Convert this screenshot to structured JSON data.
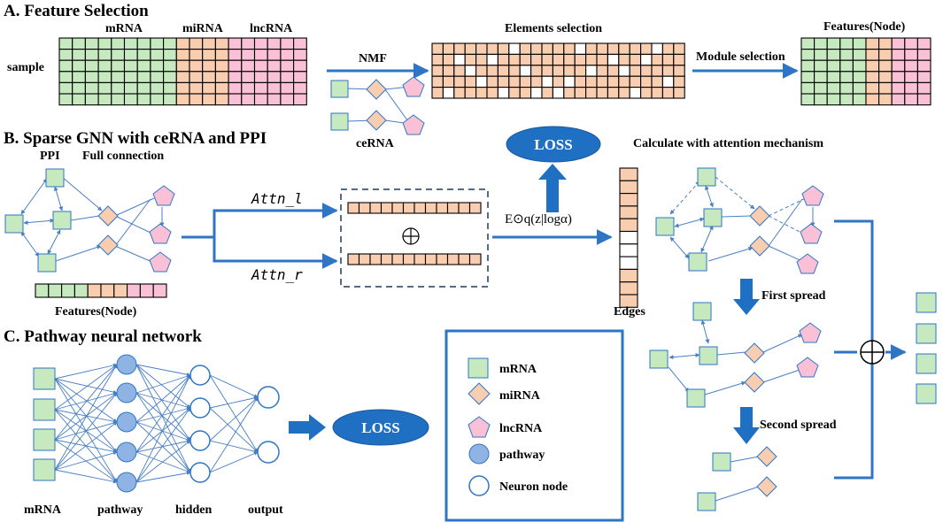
{
  "sections": {
    "a_title": "A. Feature Selection",
    "b_title": "B. Sparse GNN with ceRNA and PPI",
    "c_title": "C. Pathway neural network"
  },
  "labels": {
    "mrna_header": "mRNA",
    "mirna_header": "miRNA",
    "lncrna_header": "lncRNA",
    "sample": "sample",
    "nmf": "NMF",
    "elements_selection": "Elements selection",
    "module_selection": "Module selection",
    "features_node_top": "Features(Node)",
    "cerna": "ceRNA",
    "loss_b": "LOSS",
    "calc_attention": "Calculate with attention mechanism",
    "ppi": "PPI",
    "full_connection": "Full connection",
    "attn_l": "Attn_l",
    "attn_r": "Attn_r",
    "formula": "E⊙q(z|logα)",
    "edges": "Edges",
    "features_node_bottom": "Features(Node)",
    "first_spread": "First spread",
    "second_spread": "Second spread",
    "loss_c": "LOSS",
    "col_mrna": "mRNA",
    "col_pathway": "pathway",
    "col_hidden": "hidden",
    "col_output": "output",
    "plus_symbol": "⊕"
  },
  "legend": {
    "items": [
      {
        "label": "mRNA",
        "icon": "square-icon"
      },
      {
        "label": "miRNA",
        "icon": "diamond-icon"
      },
      {
        "label": "lncRNA",
        "icon": "pentagon-icon"
      },
      {
        "label": "pathway",
        "icon": "filled-circle-icon"
      },
      {
        "label": "Neuron node",
        "icon": "open-circle-icon"
      }
    ]
  },
  "colors": {
    "mrna": "#c6e9c0",
    "mirna": "#f8cdb0",
    "lncrna": "#f9c0d6",
    "arrow": "#2e75c6",
    "loss": "#1f6fc3",
    "pathway": "#8fb4e3"
  }
}
